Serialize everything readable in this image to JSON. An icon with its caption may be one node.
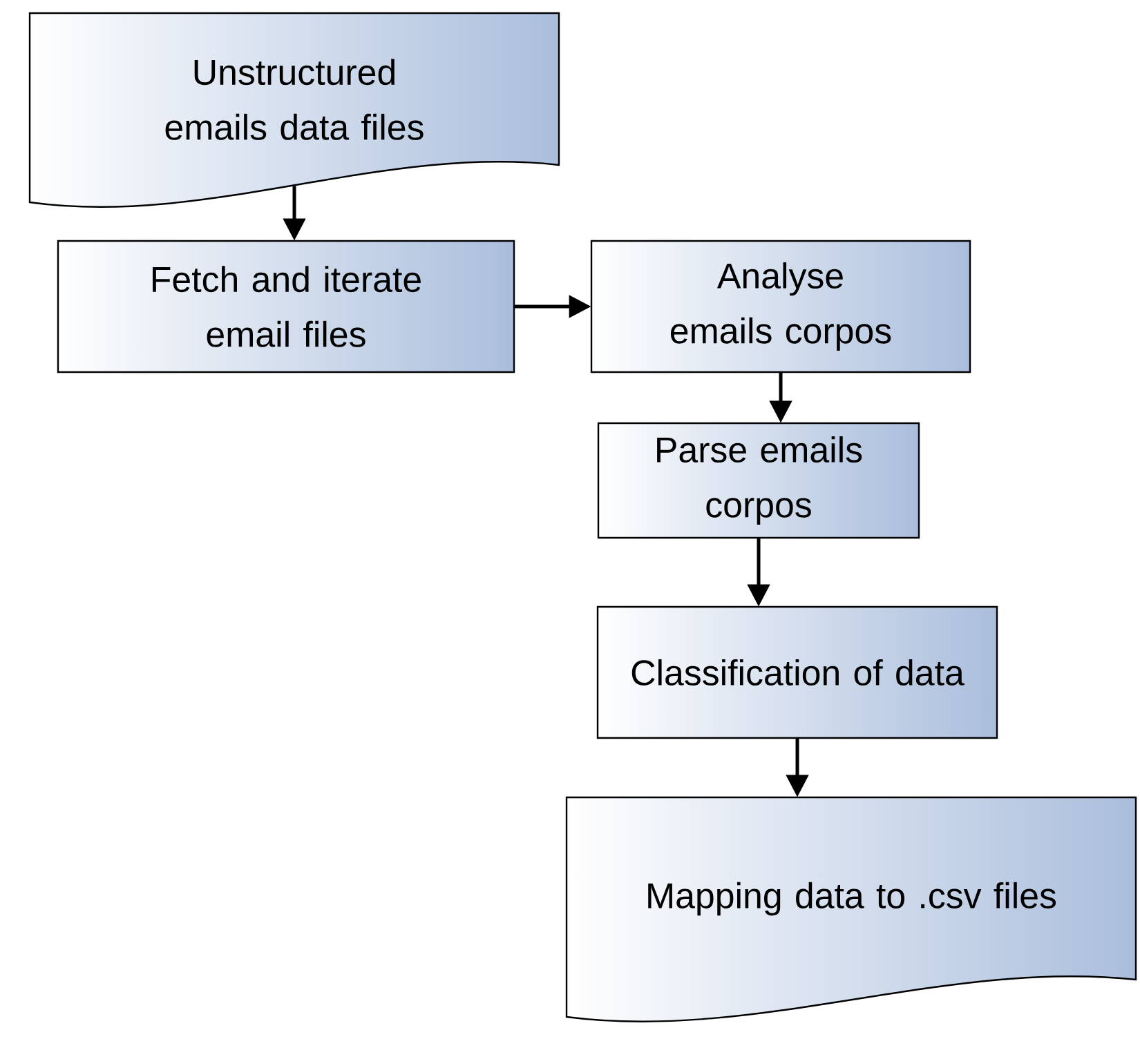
{
  "diagram": {
    "nodes": [
      {
        "text": [
          "Unstructured emails data files"
        ]
      },
      {
        "text": [
          "Fetch and iterate email files"
        ]
      },
      {
        "text": [
          "Analyse emails corpos"
        ]
      },
      {
        "text": [
          "Parse emails corpos"
        ]
      },
      {
        "text": [
          "Classification of data"
        ]
      },
      {
        "text": [
          "Mapping data to .csv files"
        ]
      }
    ],
    "edges": [
      {
        "from": 0,
        "to": 1,
        "arrow": "to"
      },
      {
        "from": 1,
        "to": 2,
        "arrow": "to"
      },
      {
        "from": 2,
        "to": 3,
        "arrow": "to"
      },
      {
        "from": 3,
        "to": 4,
        "arrow": "to"
      },
      {
        "from": 4,
        "to": 5,
        "arrow": "to"
      }
    ]
  }
}
